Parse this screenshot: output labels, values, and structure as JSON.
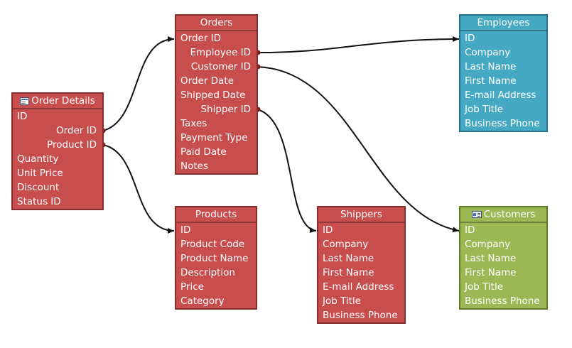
{
  "tables": {
    "order_details": {
      "title": "Order Details",
      "fields": [
        "ID",
        "Order ID",
        "Product ID",
        "Quantity",
        "Unit Price",
        "Discount",
        "Status ID"
      ]
    },
    "orders": {
      "title": "Orders",
      "fields": [
        "Order ID",
        "Employee ID",
        "Customer ID",
        "Order Date",
        "Shipped Date",
        "Shipper ID",
        "Taxes",
        "Payment Type",
        "Paid Date",
        "Notes"
      ]
    },
    "products": {
      "title": "Products",
      "fields": [
        "ID",
        "Product Code",
        "Product Name",
        "Description",
        "Price",
        "Category"
      ]
    },
    "shippers": {
      "title": "Shippers",
      "fields": [
        "ID",
        "Company",
        "Last Name",
        "First Name",
        "E-mail Address",
        "Job Title",
        "Business Phone"
      ]
    },
    "employees": {
      "title": "Employees",
      "fields": [
        "ID",
        "Company",
        "Last Name",
        "First Name",
        "E-mail Address",
        "Job Title",
        "Business Phone"
      ]
    },
    "customers": {
      "title": "Customers",
      "fields": [
        "ID",
        "Company",
        "Last Name",
        "First Name",
        "Job Title",
        "Business Phone"
      ]
    }
  },
  "relations": [
    {
      "from": "order_details.Order ID",
      "to": "orders.Order ID"
    },
    {
      "from": "order_details.Product ID",
      "to": "products.ID"
    },
    {
      "from": "orders.Employee ID",
      "to": "employees.ID"
    },
    {
      "from": "orders.Customer ID",
      "to": "customers.ID"
    },
    {
      "from": "orders.Shipper ID",
      "to": "shippers.ID"
    }
  ],
  "colors": {
    "red_table": "#c84d4d",
    "blue_table": "#46a9c4",
    "green_table": "#9ab955",
    "connector": "#111111",
    "endpoint_dot": "#7a2020"
  },
  "icons": {
    "order_details": "table-icon",
    "customers": "card-icon"
  }
}
